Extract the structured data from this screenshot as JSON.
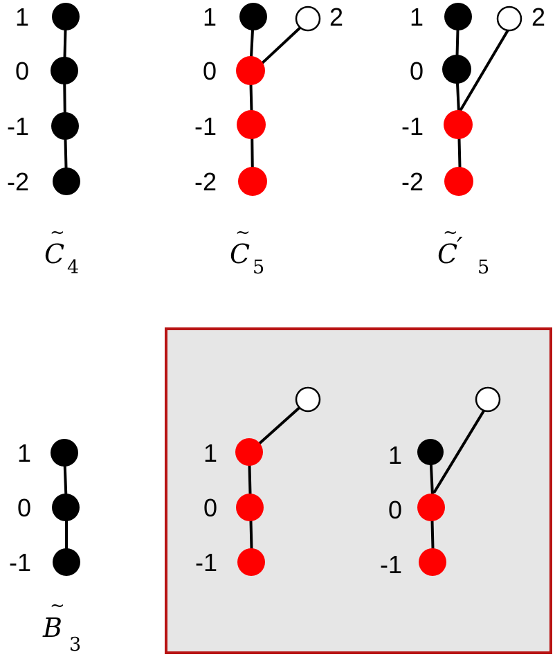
{
  "colors": {
    "black_node": "#000000",
    "red_node": "#ff0000",
    "white_node": "#ffffff",
    "edge": "#000000",
    "box_border": "#b81414",
    "box_fill": "#e6e6e6"
  },
  "diagrams": [
    {
      "id": "C4",
      "caption": {
        "letter": "C",
        "tilde": "~",
        "prime": "",
        "subscript": "4"
      },
      "labels": [
        "1",
        "0",
        "-1",
        "-2"
      ],
      "extra_label": "",
      "nodes": [
        "black",
        "black",
        "black",
        "black"
      ]
    },
    {
      "id": "C5",
      "caption": {
        "letter": "C",
        "tilde": "~",
        "prime": "",
        "subscript": "5"
      },
      "labels": [
        "1",
        "0",
        "-1",
        "-2"
      ],
      "extra_label": "2",
      "nodes": [
        "black",
        "red",
        "red",
        "red"
      ],
      "branch": {
        "from_level": "0",
        "node": "white"
      }
    },
    {
      "id": "C5prime",
      "caption": {
        "letter": "C",
        "tilde": "~",
        "prime": "′",
        "subscript": "5"
      },
      "labels": [
        "1",
        "0",
        "-1",
        "-2"
      ],
      "extra_label": "2",
      "nodes": [
        "black",
        "black",
        "red",
        "red"
      ],
      "branch": {
        "from_level": "-1",
        "node": "white"
      }
    },
    {
      "id": "B3",
      "caption": {
        "letter": "B",
        "tilde": "~",
        "prime": "",
        "subscript": "3"
      },
      "labels": [
        "1",
        "0",
        "-1"
      ],
      "nodes": [
        "black",
        "black",
        "black"
      ]
    },
    {
      "id": "boxed-left",
      "labels": [
        "1",
        "0",
        "-1"
      ],
      "nodes": [
        "red",
        "red",
        "red"
      ],
      "branch": {
        "from_level": "1",
        "node": "white"
      }
    },
    {
      "id": "boxed-right",
      "labels": [
        "1",
        "0",
        "-1"
      ],
      "nodes": [
        "black",
        "red",
        "red"
      ],
      "branch": {
        "from_level": "0",
        "node": "white"
      }
    }
  ]
}
